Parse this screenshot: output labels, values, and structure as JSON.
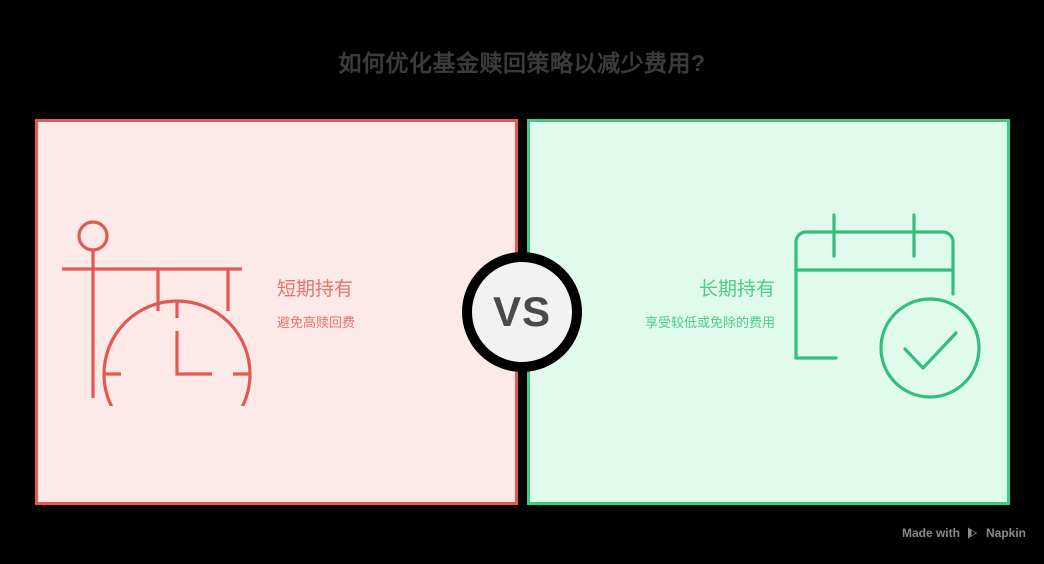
{
  "title": "如何优化基金赎回策略以减少费用?",
  "colors": {
    "background": "#000000",
    "title_text": "#3b3b3b",
    "left_panel_fill": "#FDE9E8",
    "left_panel_border": "#E8584F",
    "left_text": "#E8736B",
    "left_icon": "#E05A52",
    "right_panel_fill": "#E0FBEC",
    "right_panel_border": "#3ACE84",
    "right_text": "#4FC98C",
    "right_icon": "#34BE7E",
    "vs_fill": "#F2F2F2",
    "vs_ring": "#000000",
    "vs_text": "#4a4a4a",
    "watermark_text": "#8a8a8a"
  },
  "left_panel": {
    "heading": "短期持有",
    "subtext": "避免高赎回费",
    "icon_name": "clock-on-stand-icon"
  },
  "right_panel": {
    "heading": "长期持有",
    "subtext": "享受较低或免除的费用",
    "icon_name": "calendar-check-icon"
  },
  "versus": {
    "label": "VS"
  },
  "watermark": {
    "prefix": "Made with",
    "brand": "Napkin",
    "logo_name": "napkin-logo-icon"
  }
}
